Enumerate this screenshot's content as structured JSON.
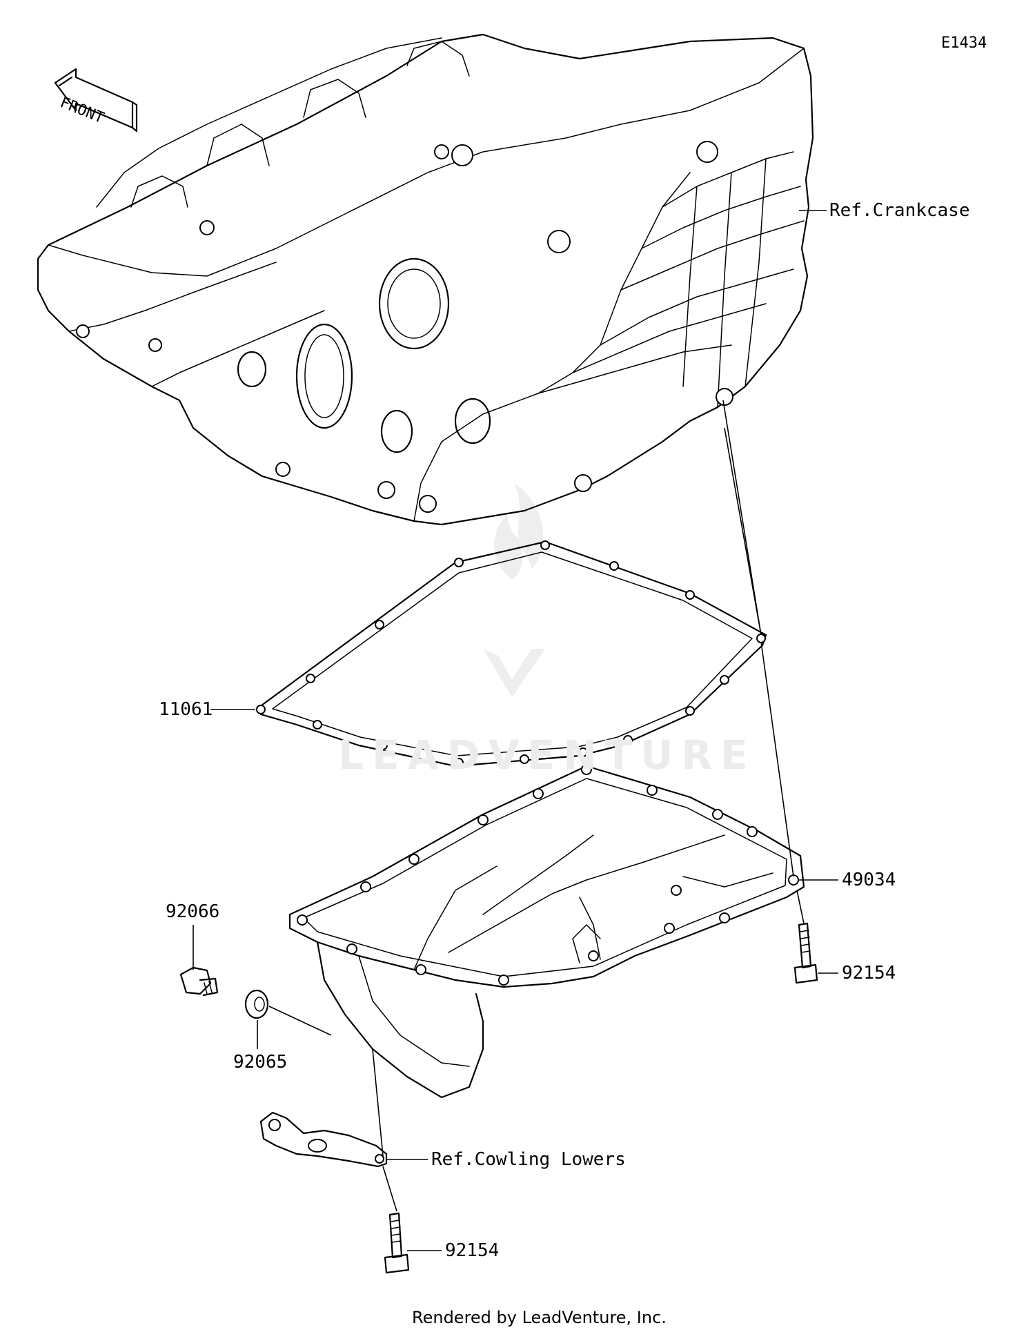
{
  "diagram_code": "E1434",
  "front_arrow_label": "FRONT",
  "watermark_text": "LEADVENTURE",
  "footer_text": "Rendered by LeadVenture, Inc.",
  "callouts": {
    "crankcase_ref": "Ref.Crankcase",
    "gasket": "11061",
    "oil_pan": "49034",
    "bolt_right": "92154",
    "drain_plug": "92066",
    "washer": "92065",
    "cowling_ref": "Ref.Cowling Lowers",
    "bolt_bottom": "92154"
  }
}
